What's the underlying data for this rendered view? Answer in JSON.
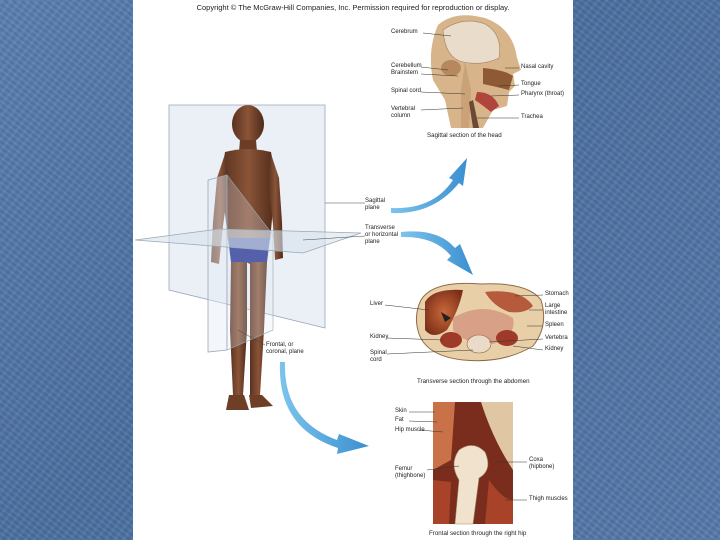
{
  "copyright": "Copyright © The McGraw-Hill Companies, Inc. Permission required for reproduction or display.",
  "planes": {
    "sagittal": [
      "Sagittal",
      "plane"
    ],
    "transverse": [
      "Transverse",
      "or horizontal",
      "plane"
    ],
    "frontal": [
      "Frontal, or",
      "coronal, plane"
    ]
  },
  "head": {
    "caption": "Sagittal section of the head",
    "left_labels": [
      "Cerebrum",
      "Cerebellum",
      "Brainstem",
      "Spinal cord",
      "Vertebral column"
    ],
    "right_labels": [
      "Nasal cavity",
      "Tongue",
      "Pharynx (throat)",
      "Trachea"
    ]
  },
  "abdomen": {
    "caption": "Transverse section through the abdomen",
    "left_labels": [
      "Liver",
      "Kidney",
      "Spinal cord"
    ],
    "right_labels": [
      "Stomach",
      "Large intestine",
      "Spleen",
      "Vertebra",
      "Kidney"
    ]
  },
  "hip": {
    "caption": "Frontal section through the right hip",
    "left_labels": [
      "Skin",
      "Fat",
      "Hip muscle",
      "Femur (thighbone)"
    ],
    "right_labels": [
      "Coxa (hipbone)",
      "Thigh muscles"
    ]
  }
}
